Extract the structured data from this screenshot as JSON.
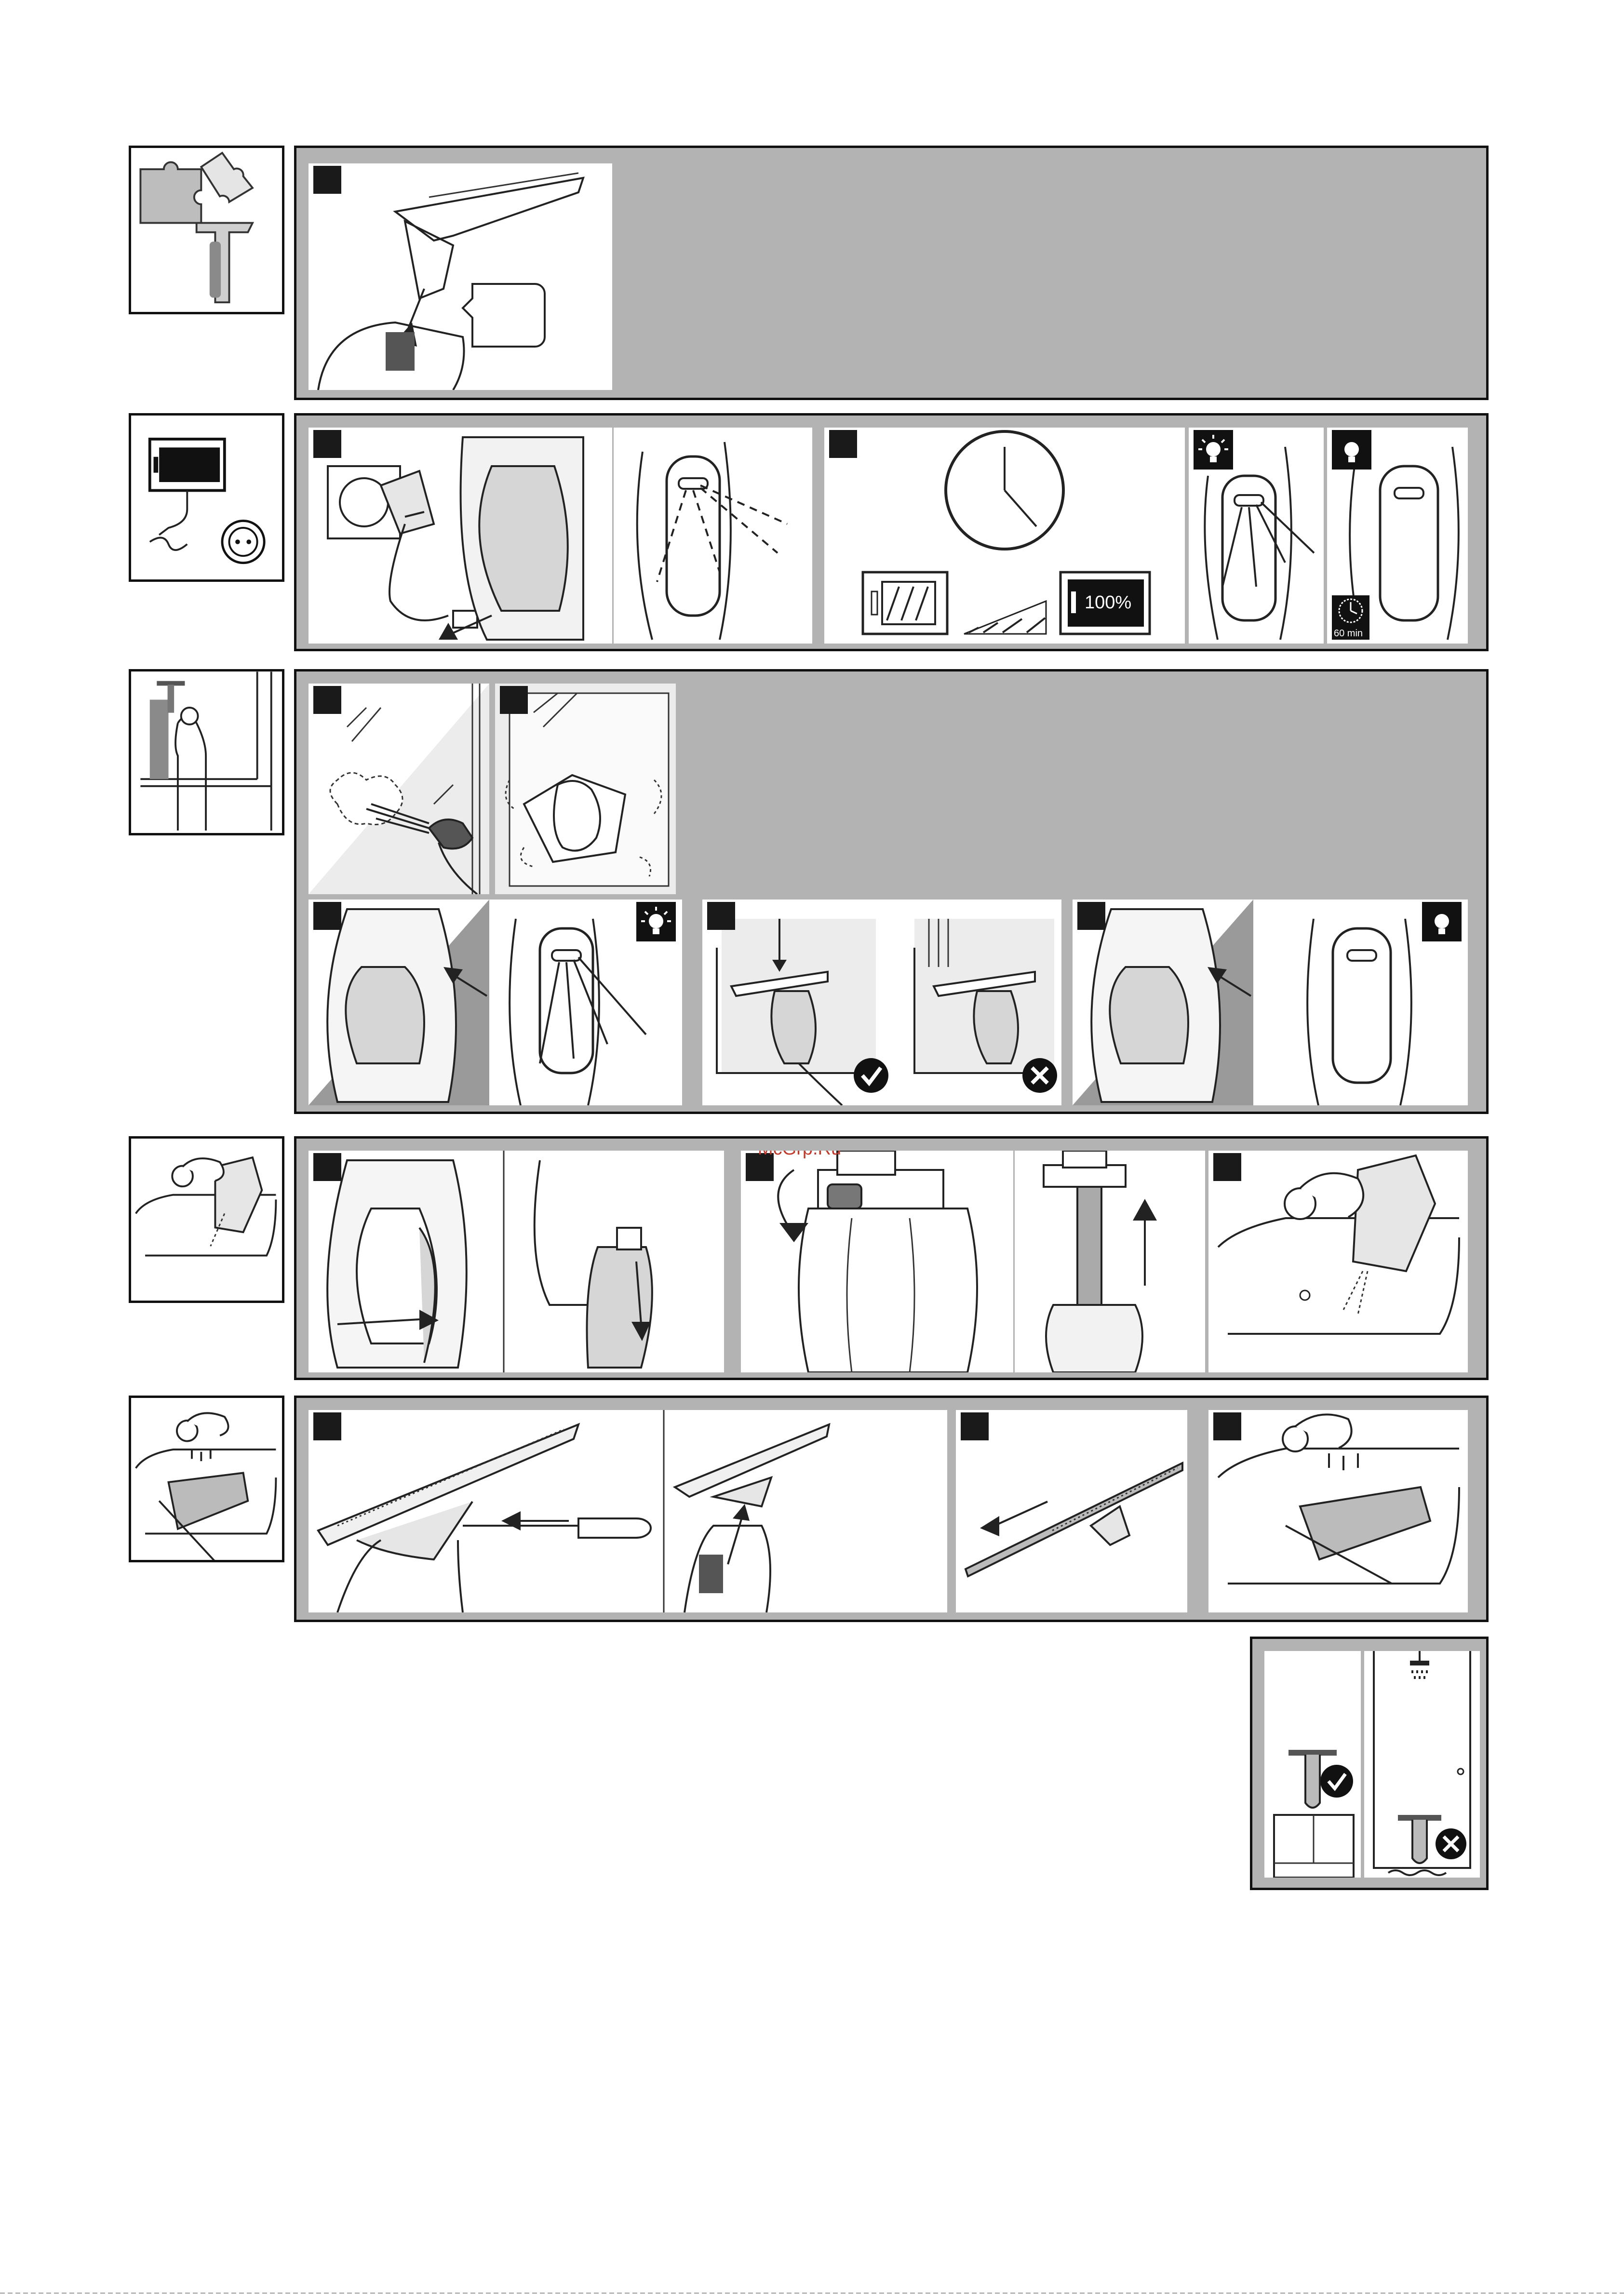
{
  "watermark": "McGrp.Ru",
  "charging": {
    "battery_full_label": "100%",
    "timer_label": "60 min"
  }
}
